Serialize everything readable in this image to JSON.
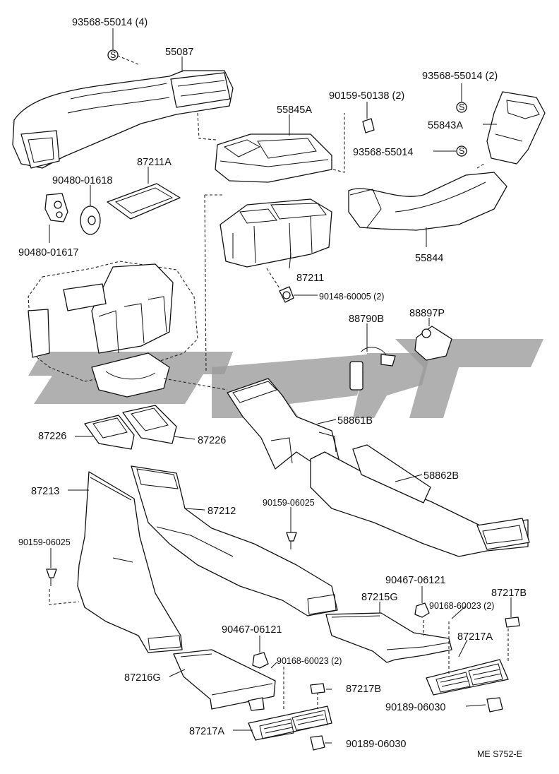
{
  "diagram": {
    "footer_code": "ME S752-E",
    "labels": {
      "top_screw_4": "93568-55014 (4)",
      "duct_55087": "55087",
      "screw_93568_2": "93568-55014 (2)",
      "bolt_90159_50138": "90159-50138 (2)",
      "duct_55845a": "55845A",
      "duct_55843a": "55843A",
      "screw_93568_single": "93568-55014",
      "seal_87211a": "87211A",
      "grommet_90480_01618": "90480-01618",
      "grommet_90480_01617": "90480-01617",
      "housing_87211": "87211",
      "duct_55844": "55844",
      "screw_90148": "90148-60005 (2)",
      "sensor_88790b": "88790B",
      "sensor_88897p": "88897P",
      "duct_58861b": "58861B",
      "seal_87226_left": "87226",
      "seal_87226_right": "87226",
      "duct_58862b": "58862B",
      "duct_87213": "87213",
      "duct_87212": "87212",
      "clip_90159_left": "90159-06025",
      "clip_90159_right": "90159-06025",
      "nut_90467_right": "90467-06121",
      "duct_87215g": "87215G",
      "clip_87217b_right": "87217B",
      "clip_90168_right": "90168-60023 (2)",
      "register_87217a_right": "87217A",
      "nut_90467_left": "90467-06121",
      "clip_90168_left": "90168-60023 (2)",
      "duct_87216g": "87216G",
      "clip_87217b_left": "87217B",
      "clip_90189_right": "90189-06030",
      "register_87217a_left": "87217A",
      "clip_90189_left": "90189-06030"
    }
  }
}
